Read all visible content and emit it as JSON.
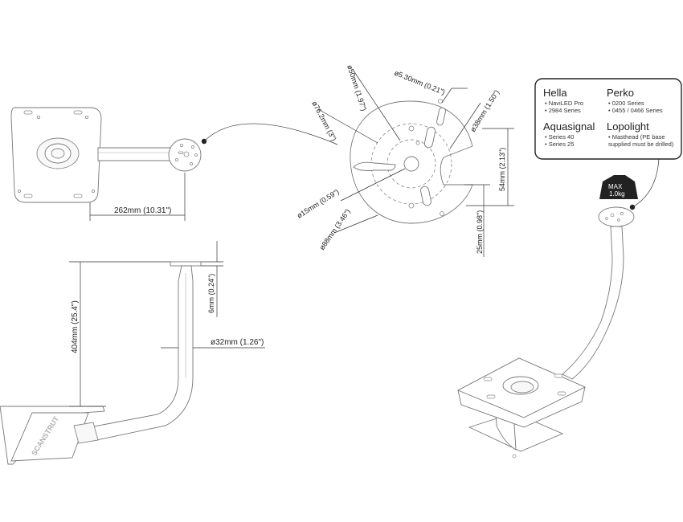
{
  "dimensions": {
    "arm_length": "262mm (10.31\")",
    "height": "404mm (25.4\")",
    "plate_thickness": "6mm (0.24\")",
    "pole_diameter": "ø32mm (1.26\")",
    "hole_530": "ø5.30mm (0.21\")",
    "circle_50": "ø50mm (1.97\")",
    "circle_762": "ø76.2mm (3\")",
    "circle_38": "ø38mm (1.50\")",
    "center_15": "ø15mm (0.59\")",
    "plate_88": "ø88mm (3.46\")",
    "slot_54": "54mm (2.13\")",
    "slot_25": "25mm (0.98\")"
  },
  "brand_text": "SCANSTRUT",
  "weight_badge": {
    "line1": "MAX",
    "line2": "1.0kg"
  },
  "compatibility": [
    {
      "brand": "Hella",
      "items": [
        "• NaviLED Pro",
        "• 2984 Series"
      ]
    },
    {
      "brand": "Perko",
      "items": [
        "• 0200 Series",
        "• 0455 / 0466 Series"
      ]
    },
    {
      "brand": "Aquasignal",
      "items": [
        "• Series 40",
        "• Series 25"
      ]
    },
    {
      "brand": "Lopolight",
      "items": [
        "• Masthead (PE base",
        "supplied must be drilled)"
      ]
    }
  ]
}
